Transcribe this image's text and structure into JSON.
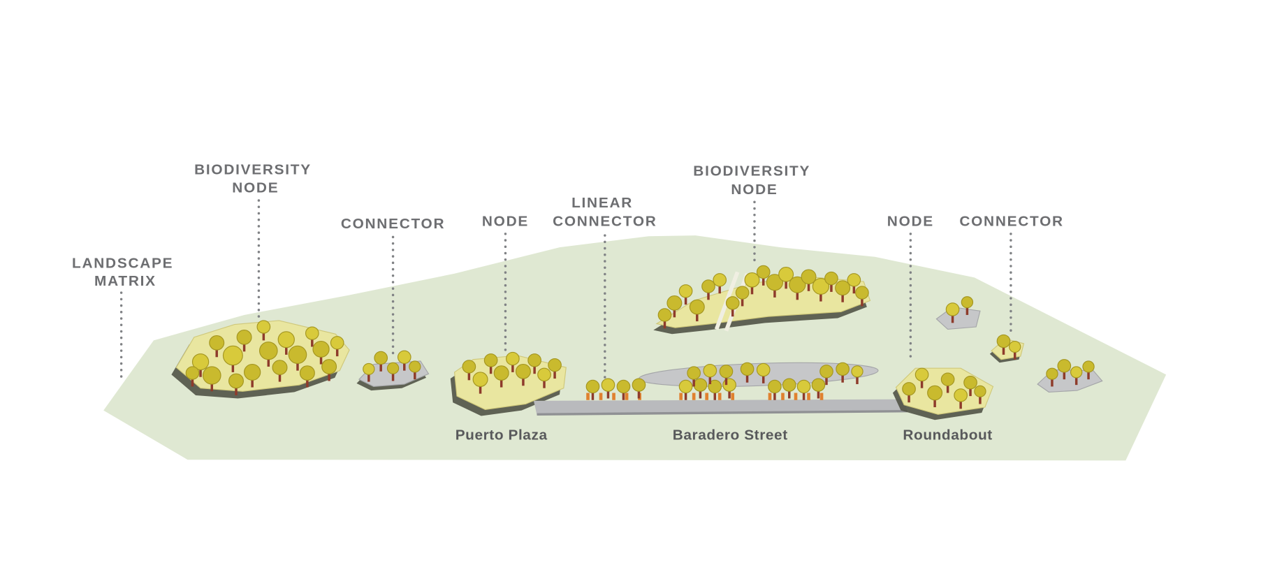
{
  "diagram": {
    "labels": {
      "landscape_matrix_line1": "LANDSCAPE",
      "landscape_matrix_line2": "MATRIX",
      "biodiversity_node_left_line1": "BIODIVERSITY",
      "biodiversity_node_left_line2": "NODE",
      "connector_left": "CONNECTOR",
      "node_left": "NODE",
      "linear_connector_line1": "LINEAR",
      "linear_connector_line2": "CONNECTOR",
      "biodiversity_node_right_line1": "BIODIVERSITY",
      "biodiversity_node_right_line2": "NODE",
      "node_right": "NODE",
      "connector_right": "CONNECTOR"
    },
    "places": {
      "puerto_plaza": "Puerto Plaza",
      "baradero_street": "Baradero Street",
      "roundabout": "Roundabout"
    },
    "colors": {
      "background": "#ffffff",
      "matrix_green": "#dfe8d2",
      "patch_yellow": "#e9e6a0",
      "patch_gray": "#c6c7c9",
      "road_gray": "#b9babd",
      "shadow_dark": "#4d4e42",
      "canopy_yellow": "#c9ba2e",
      "canopy_yellow_alt": "#d8ca3b",
      "canopy_edge": "#a39520",
      "trunk_brown": "#8e3b2b",
      "planter_orange": "#e0812f",
      "label_gray": "#6d6e71",
      "place_gray": "#58595b",
      "leader_gray": "#808285"
    }
  }
}
